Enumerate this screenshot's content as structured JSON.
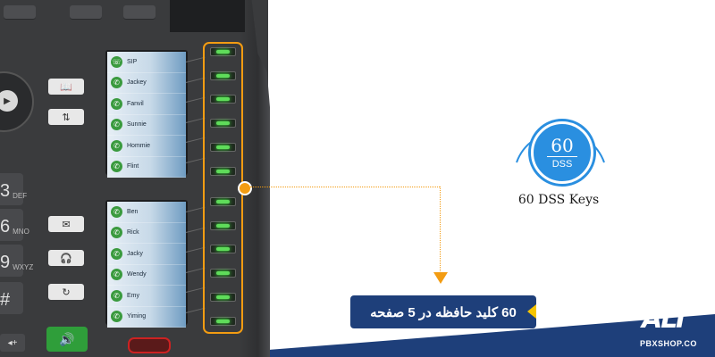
{
  "lcd_top": [
    "SIP",
    "Jackey",
    "Fanvil",
    "Sunnie",
    "Hommie",
    "Flint"
  ],
  "lcd_bottom": [
    "Ben",
    "Rick",
    "Jacky",
    "Wendy",
    "Emy",
    "Yiming"
  ],
  "keypad": [
    {
      "num": "3",
      "letters": "DEF"
    },
    {
      "num": "6",
      "letters": "MNO"
    },
    {
      "num": "9",
      "letters": "WXYZ"
    },
    {
      "num": "#",
      "letters": ""
    }
  ],
  "badge": {
    "number": "60",
    "label": "DSS",
    "caption": "60 DSS Keys"
  },
  "banner": {
    "text": "60 کلید حافظه در 5 صفحه"
  },
  "logo": {
    "mark": "ALT",
    "site": "PBXSHOP.CO"
  },
  "colors": {
    "accent": "#f39c12",
    "banner": "#1e3f7a",
    "badge": "#2a8fe0",
    "wave": "#1e3f7a",
    "led": "#5fdc5a"
  }
}
